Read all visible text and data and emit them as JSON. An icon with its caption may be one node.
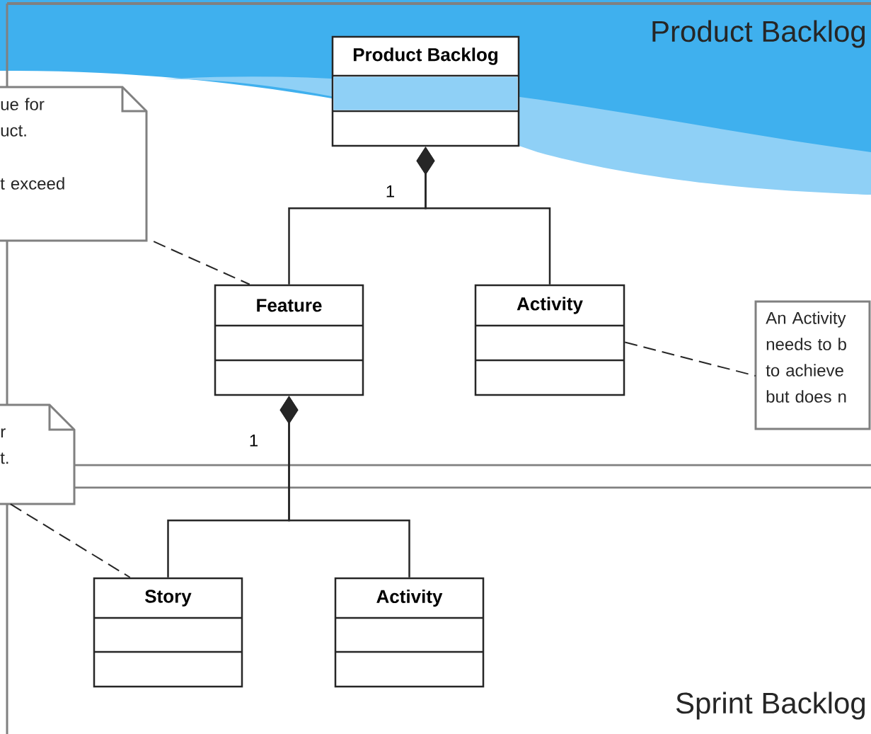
{
  "diagram": {
    "nodes": [
      {
        "text": [
          "Product Backlog"
        ]
      },
      {
        "text": [
          "Feature"
        ]
      },
      {
        "text": [
          "Activity"
        ]
      },
      {
        "text": [
          "Story"
        ]
      },
      {
        "text": [
          "Activity"
        ]
      },
      {
        "text": [
          "ue for uct.",
          "t exceed"
        ]
      },
      {
        "text": [
          "r t."
        ]
      },
      {
        "text": [
          "An Activity needs to b to achieve but does n"
        ]
      }
    ],
    "edges": [
      {
        "from": 1,
        "to": 0,
        "arrow": "other",
        "label": "1"
      },
      {
        "from": 2,
        "to": 0,
        "arrow": "other"
      },
      {
        "from": 3,
        "to": 1,
        "arrow": "other",
        "label": "1"
      },
      {
        "from": 4,
        "to": 1,
        "arrow": "other"
      },
      {
        "from": 5,
        "to": 1,
        "arrow": "none",
        "style": "dashed"
      },
      {
        "from": 2,
        "to": 7,
        "arrow": "none",
        "style": "dashed"
      },
      {
        "from": 6,
        "to": 3,
        "arrow": "none",
        "style": "dashed"
      }
    ],
    "labels": [
      "Product Backlog",
      "Sprint Backlog"
    ]
  }
}
